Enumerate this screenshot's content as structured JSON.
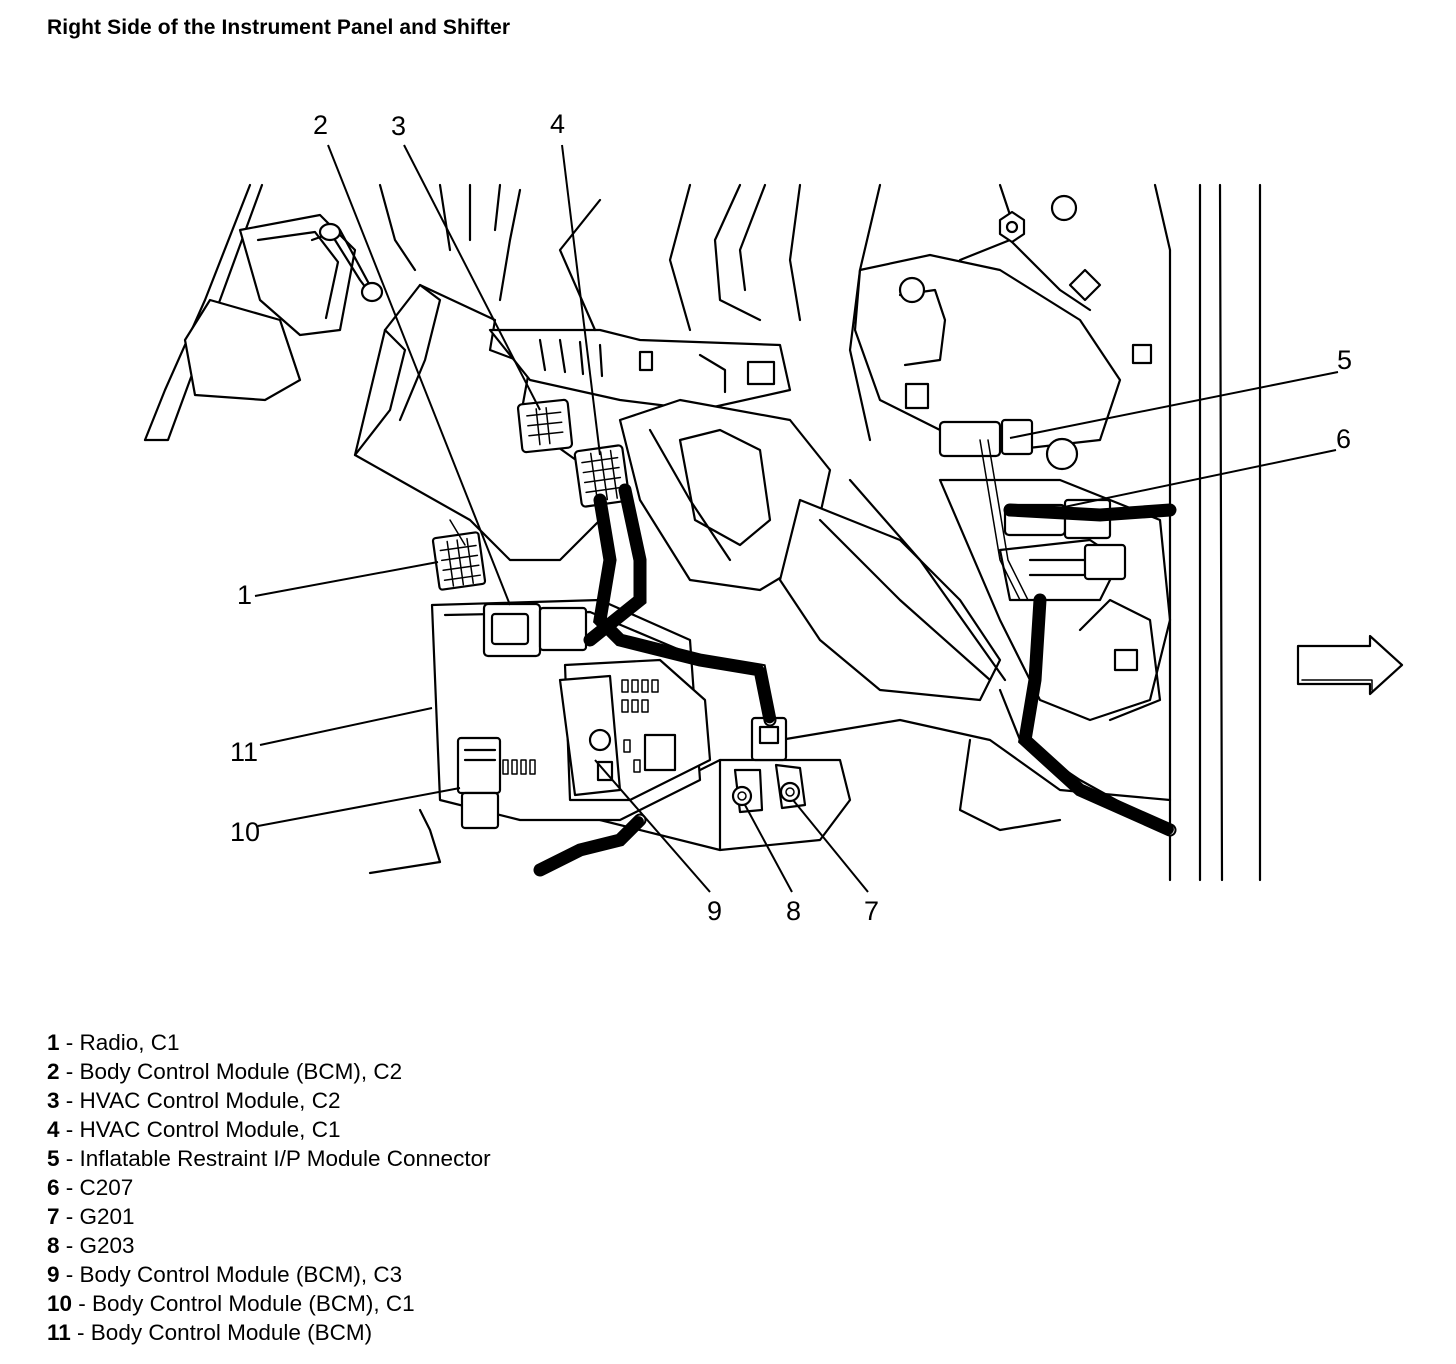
{
  "title": "Right Side of the Instrument Panel and Shifter",
  "callouts": [
    "1",
    "2",
    "3",
    "4",
    "5",
    "6",
    "7",
    "8",
    "9",
    "10",
    "11"
  ],
  "legend": [
    {
      "num": "1",
      "sep": " - ",
      "text": "Radio, C1"
    },
    {
      "num": "2",
      "sep": " - ",
      "text": "Body Control Module (BCM), C2"
    },
    {
      "num": "3",
      "sep": " - ",
      "text": "HVAC Control Module, C2"
    },
    {
      "num": "4",
      "sep": " - ",
      "text": "HVAC Control Module, C1"
    },
    {
      "num": "5",
      "sep": " - ",
      "text": "Inflatable Restraint I/P Module Connector"
    },
    {
      "num": "6",
      "sep": " - ",
      "text": "C207"
    },
    {
      "num": "7",
      "sep": " - ",
      "text": "G201"
    },
    {
      "num": "8",
      "sep": " - ",
      "text": "G203"
    },
    {
      "num": "9",
      "sep": " - ",
      "text": "Body Control Module (BCM), C3"
    },
    {
      "num": "10",
      "sep": " - ",
      "text": "Body Control Module (BCM), C1"
    },
    {
      "num": "11",
      "sep": " - ",
      "text": "Body Control Module (BCM)"
    }
  ]
}
